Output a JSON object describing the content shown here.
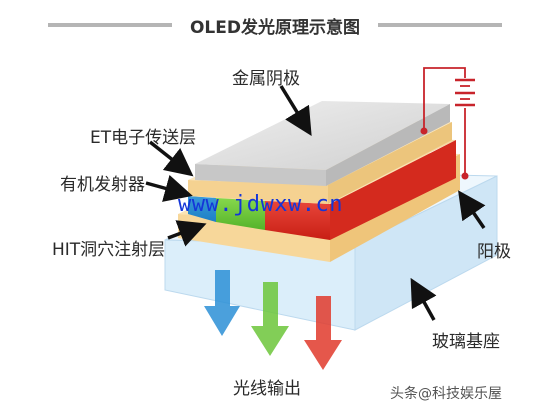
{
  "title": "OLED发光原理示意图",
  "labels": {
    "cathode": "金属阴极",
    "etl": "ET电子传送层",
    "emitter": "有机发射器",
    "htl": "HIT洞穴注射层",
    "anode": "阳极",
    "glass": "玻璃基座",
    "output": "光线输出"
  },
  "watermark": "www.jdwxw.cn",
  "source": "头条@科技娱乐屋",
  "colors": {
    "cathode": "#dcdcdc",
    "etl": "#f7d79a",
    "emitter_red": "#e02418",
    "emitter_green": "#6cc63a",
    "emitter_blue": "#2f8fd0",
    "anode": "#f4cf8c",
    "glass": "#e3f1fb",
    "wire": "#c8242b"
  }
}
